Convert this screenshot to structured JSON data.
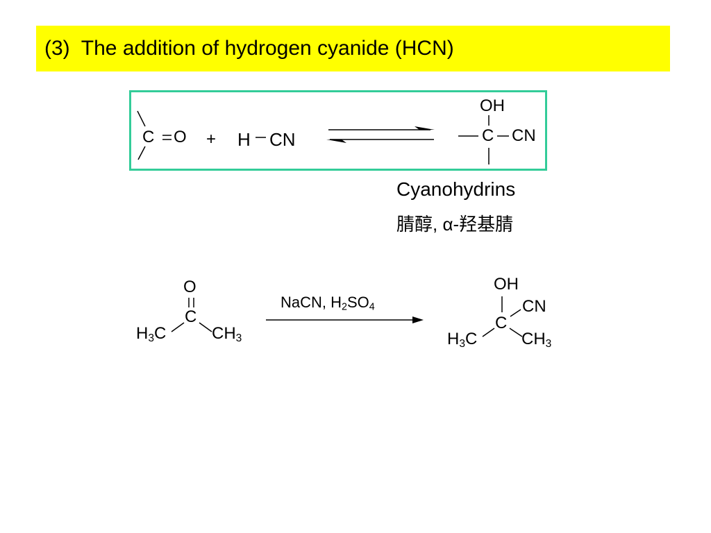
{
  "colors": {
    "title_bg": "#ffff00",
    "box_border": "#33cc99"
  },
  "slide": {
    "title": "(3)  The addition of hydrogen cyanide (HCN)"
  },
  "reaction1": {
    "carbonyl_c": "C",
    "carbonyl_o": "O",
    "plus": "+",
    "h": "H",
    "cn": "CN",
    "product_oh": "OH",
    "product_c": "C",
    "product_cn": "CN"
  },
  "label": {
    "english": "Cyanohydrins",
    "chinese": "腈醇, α-羟基腈"
  },
  "reaction2": {
    "acetone_o": "O",
    "acetone_c": "C",
    "acetone_h3c": "H3C",
    "acetone_ch3": "CH3",
    "reagent": "NaCN, H2SO4",
    "product_oh": "OH",
    "product_cn": "CN",
    "product_c": "C",
    "product_h3c": "H3C",
    "product_ch3": "CH3"
  }
}
